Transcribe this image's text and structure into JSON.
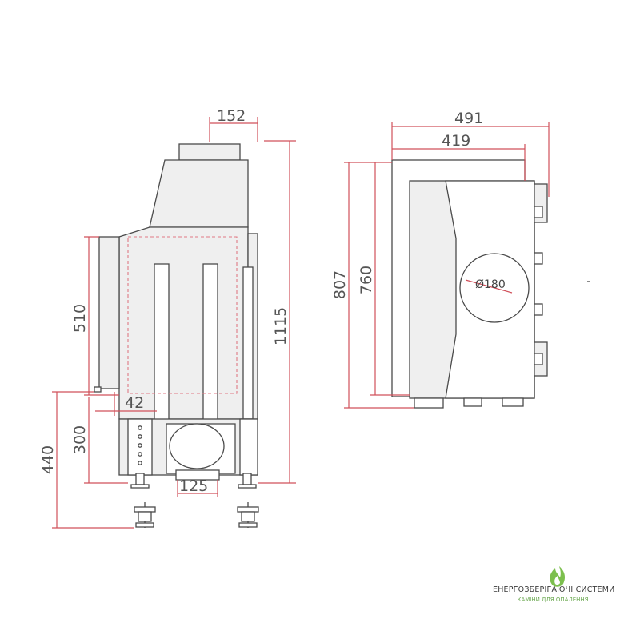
{
  "dimensions": {
    "flue_width": "152",
    "total_height": "1115",
    "front_opening_height": "510",
    "side_gap": "42",
    "lower_section_height": "300",
    "leg_height": "440",
    "bottom_outlet": "125",
    "total_depth": "491",
    "inner_depth": "419",
    "side_total_height": "807",
    "side_inner_height": "760",
    "flue_diameter": "Ø180"
  },
  "logo": {
    "brand": "ЕНЕРГОЗБЕРІГАЮЧІ СИСТЕМИ",
    "tagline": "КАМІНИ ДЛЯ ОПАЛЕННЯ"
  },
  "colors": {
    "line": "#4a4a4a",
    "dimension": "#d0505a",
    "logo_green": "#6aa84f"
  }
}
